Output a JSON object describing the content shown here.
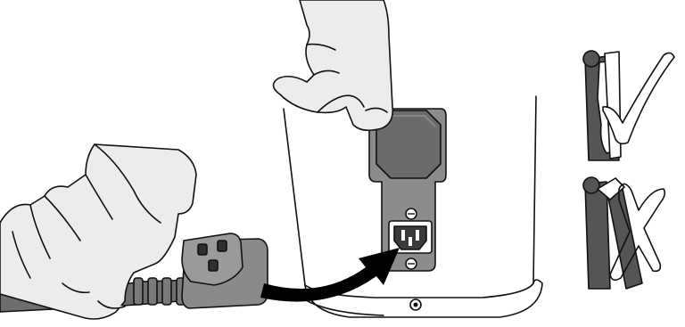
{
  "diagram": {
    "scene": "power-cord-connection-illustration",
    "colors": {
      "background": "#ffffff",
      "hand_fill": "#ececec",
      "outline": "#111111",
      "cover_dark": "#6b6b6b",
      "cover_mid": "#8c8c8c",
      "plug_body": "#8a8a8a",
      "cord": "#6e6e6e",
      "arrow": "#000000",
      "latch_dark": "#555555"
    },
    "indicators": [
      {
        "name": "correct-latch-position",
        "icon": "check-mark-icon"
      },
      {
        "name": "incorrect-latch-position",
        "icon": "cross-mark-icon"
      }
    ]
  }
}
